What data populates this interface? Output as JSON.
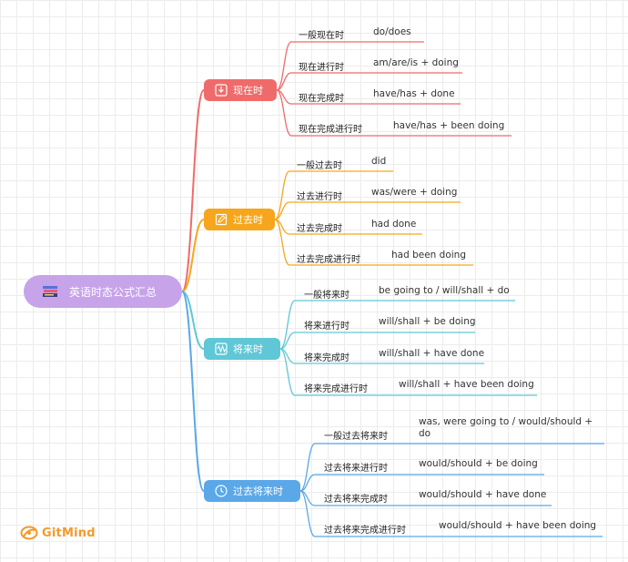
{
  "root": {
    "label": "英语时态公式汇总",
    "icon": "books-icon"
  },
  "colors": {
    "present": "#ef6b6b",
    "past": "#f6a61c",
    "future": "#5fc7d6",
    "past_future": "#5aa8e8",
    "root": "#c7a3ea",
    "brand": "#f39a2c"
  },
  "branches": [
    {
      "label": "现在时",
      "icon": "download-icon",
      "items": [
        {
          "tense": "一般现在时",
          "formula": "do/does"
        },
        {
          "tense": "现在进行时",
          "formula": "am/are/is + doing"
        },
        {
          "tense": "现在完成时",
          "formula": "have/has + done"
        },
        {
          "tense": "现在完成进行时",
          "formula": "have/has + been doing"
        }
      ]
    },
    {
      "label": "过去时",
      "icon": "edit-note-icon",
      "items": [
        {
          "tense": "一般过去时",
          "formula": "did"
        },
        {
          "tense": "过去进行时",
          "formula": "was/were + doing"
        },
        {
          "tense": "过去完成时",
          "formula": "had done"
        },
        {
          "tense": "过去完成进行时",
          "formula": "had been doing"
        }
      ]
    },
    {
      "label": "将来时",
      "icon": "waveform-icon",
      "items": [
        {
          "tense": "一般将来时",
          "formula": "be going to / will/shall + do"
        },
        {
          "tense": "将来进行时",
          "formula": "will/shall + be doing"
        },
        {
          "tense": "将来完成时",
          "formula": "will/shall + have done"
        },
        {
          "tense": "将来完成进行时",
          "formula": "will/shall + have been doing"
        }
      ]
    },
    {
      "label": "过去将来时",
      "icon": "clock-icon",
      "items": [
        {
          "tense": "一般过去将来时",
          "formula": "was, were going to / would/should + do"
        },
        {
          "tense": "过去将来进行时",
          "formula": "would/should + be doing"
        },
        {
          "tense": "过去将来完成时",
          "formula": "would/should + have done"
        },
        {
          "tense": "过去将来完成进行时",
          "formula": "would/should + have been doing"
        }
      ]
    }
  ],
  "watermark": {
    "text": "GitMind",
    "icon": "gitmind-logo-icon"
  }
}
